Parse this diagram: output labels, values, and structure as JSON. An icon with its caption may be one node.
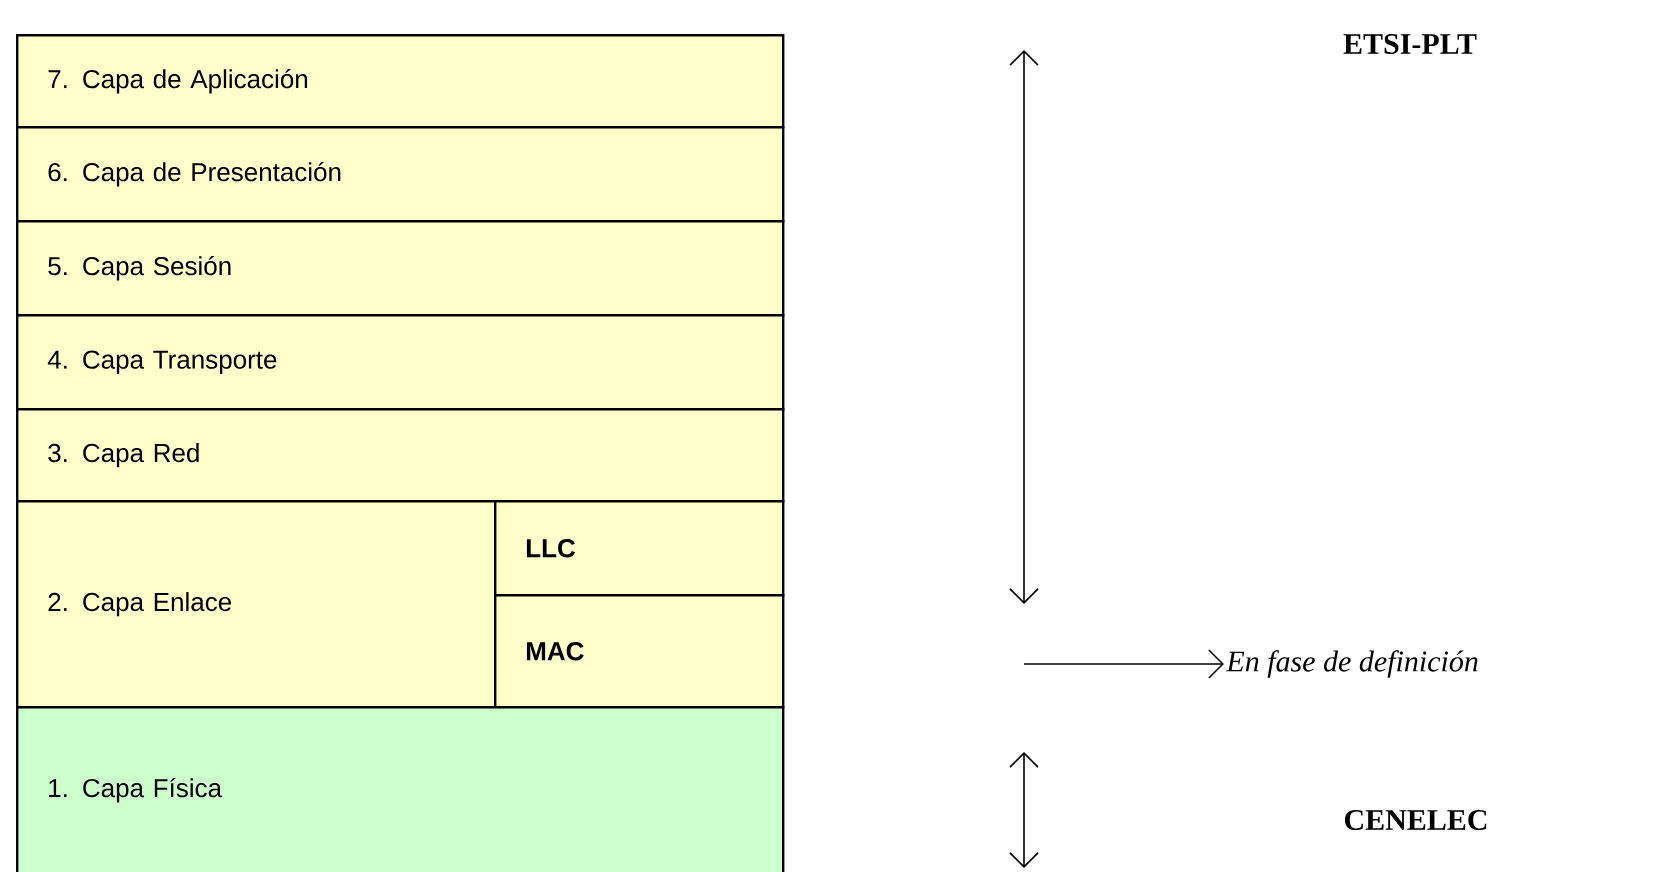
{
  "diagram": {
    "nodes": [
      {
        "text": [
          "7. Capa de Aplicación"
        ]
      },
      {
        "text": [
          "6. Capa de Presentación"
        ]
      },
      {
        "text": [
          "5. Capa Sesión"
        ]
      },
      {
        "text": [
          "4. Capa Transporte"
        ]
      },
      {
        "text": [
          "3. Capa Red"
        ]
      },
      {
        "text": [
          "2. Capa Enlace"
        ]
      },
      {
        "text": [
          "LLC"
        ]
      },
      {
        "text": [
          "MAC"
        ]
      },
      {
        "text": [
          "1. Capa Física"
        ]
      },
      {
        "text": [
          "En fase de definición"
        ]
      }
    ],
    "edges": [
      {
        "from": null,
        "to": 9,
        "arrow": "to"
      }
    ],
    "labels": [
      "ETSI-PLT",
      "CENELEC"
    ]
  }
}
